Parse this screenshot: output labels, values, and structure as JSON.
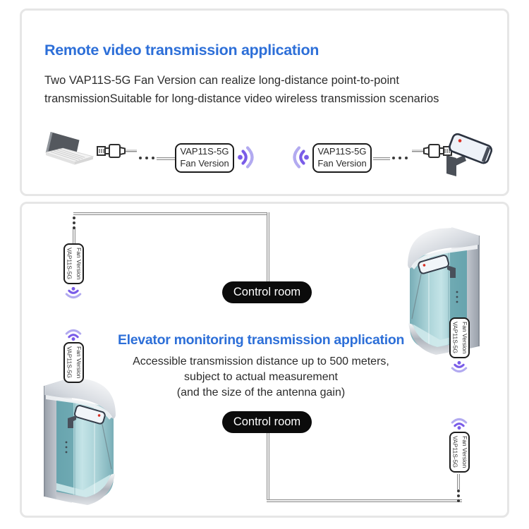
{
  "colors": {
    "heading_blue": "#2d6fd8",
    "wifi_purple": "#7a5ce8",
    "wifi_purple_light": "#b2aaf0",
    "pill_black": "#0b0b0b",
    "panel_border": "#e6e6e6"
  },
  "device_label": {
    "line1": "VAP11S-5G",
    "line2": "Fan Version"
  },
  "remote_section": {
    "heading": "Remote video transmission application",
    "description_line1": "Two VAP11S-5G Fan Version can realize long-distance point-to-point",
    "description_line2": "transmissionSuitable for long-distance video wireless transmission scenarios"
  },
  "elevator_section": {
    "heading": "Elevator monitoring transmission application",
    "description_line1": "Accessible transmission distance up to 500 meters,",
    "description_line2": "subject to actual measurement",
    "description_line3": "(and the size of the antenna gain)",
    "control_room_top": "Control room",
    "control_room_bottom": "Control room"
  },
  "icons": {
    "laptop": "laptop",
    "rj45_connector": "ethernet cable connector",
    "wifi": "wireless signal arcs",
    "cctv_camera": "surveillance camera",
    "elevator": "glass elevator with camera"
  }
}
